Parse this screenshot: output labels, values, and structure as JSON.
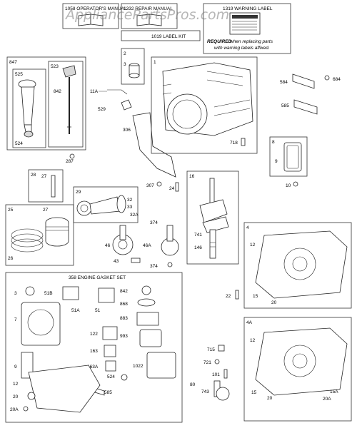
{
  "header": {
    "operators_manual": "1058 OPERATOR'S MANUAL",
    "repair_manual": "1332 REPAIR MANUAL",
    "warning_label": "1319 WARNING LABEL",
    "label_kit": "1019 LABEL KIT",
    "required_bold": "REQUIRED",
    "required_line1": "when replacing parts",
    "required_line2": "with warning labels affixed.",
    "watermark": "AppliancePartsPros.com"
  },
  "boxes": {
    "b847": "847",
    "b525": "525",
    "b523": "523",
    "b2": "2",
    "b1": "1",
    "b8": "8",
    "b28": "28",
    "b29": "29",
    "b16": "16",
    "b25": "25",
    "b4": "4",
    "b4a": "4A",
    "gasket_set": "358 ENGINE GASKET SET"
  },
  "labels": {
    "l524": "524",
    "l842": "842",
    "l287": "287",
    "l11a": "11A",
    "l529": "529",
    "l3": "3",
    "l306": "306",
    "l718": "718",
    "l584": "584",
    "l684": "684",
    "l585": "585",
    "l9": "9",
    "l10": "10",
    "l27a": "27",
    "l307": "307",
    "l24": "24",
    "l32": "32",
    "l33": "33",
    "l32a": "32A",
    "l741": "741",
    "l146": "146",
    "l27b": "27",
    "l26": "26",
    "l374a": "374",
    "l46": "46",
    "l46a": "46A",
    "l43": "43",
    "l374b": "374",
    "l12a": "12",
    "l15a": "15",
    "l20a": "20",
    "l22": "22",
    "g3": "3",
    "g51b": "51B",
    "g51a": "51A",
    "g51": "51",
    "g7": "7",
    "g122": "122",
    "g163": "163",
    "g163a": "163A",
    "g524": "524",
    "g585": "585",
    "g842": "842",
    "g868": "868",
    "g883": "883",
    "g993": "993",
    "g1022": "1022",
    "g9": "9",
    "g12": "12",
    "g20": "20",
    "g20a": "20A",
    "l715": "715",
    "l721": "721",
    "l101": "101",
    "l80": "80",
    "l743": "743",
    "l12b": "12",
    "l15b": "15",
    "l20b": "20",
    "l20ab": "20A",
    "l15ab": "15A"
  }
}
